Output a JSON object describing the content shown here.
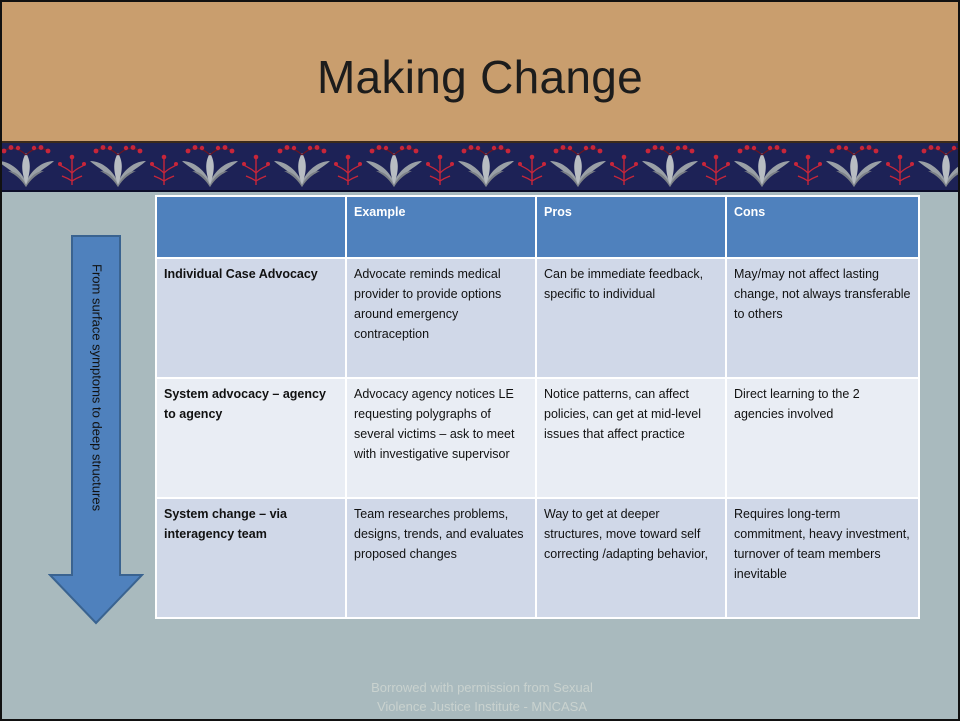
{
  "slide": {
    "title": "Making Change",
    "arrow_label": "From surface symptoms to deep  structures",
    "footer_line1": "Borrowed with permission from Sexual",
    "footer_line2": "Violence Justice Institute - MNCASA"
  },
  "table": {
    "headers": [
      "",
      "Example",
      "Pros",
      "Cons"
    ],
    "rows": [
      {
        "label": "Individual Case Advocacy",
        "example": "Advocate reminds medical provider to provide options around emergency contraception",
        "pros": "Can be immediate feedback, specific to individual",
        "cons": "May/may not affect lasting change, not always transferable to others"
      },
      {
        "label": "System advocacy – agency to agency",
        "example": "Advocacy agency notices LE requesting polygraphs of several victims – ask to meet with investigative supervisor",
        "pros": "Notice patterns, can affect policies, can get at mid-level issues that affect practice",
        "cons": "Direct learning to the 2 agencies involved"
      },
      {
        "label": "System change – via interagency team",
        "example": "Team researches problems, designs, trends, and evaluates proposed changes",
        "pros": "Way to get at deeper structures, move toward self correcting /adapting behavior,",
        "cons": "Requires long-term commitment, heavy investment, turnover of team members inevitable"
      }
    ]
  },
  "colors": {
    "title_bar": "#c99e6e",
    "band": "#1d2256",
    "background": "#a9babe",
    "header": "#4f81bd",
    "row_dark": "#d0d8e8",
    "row_light": "#e9edf4",
    "arrow": "#4f81bd"
  }
}
